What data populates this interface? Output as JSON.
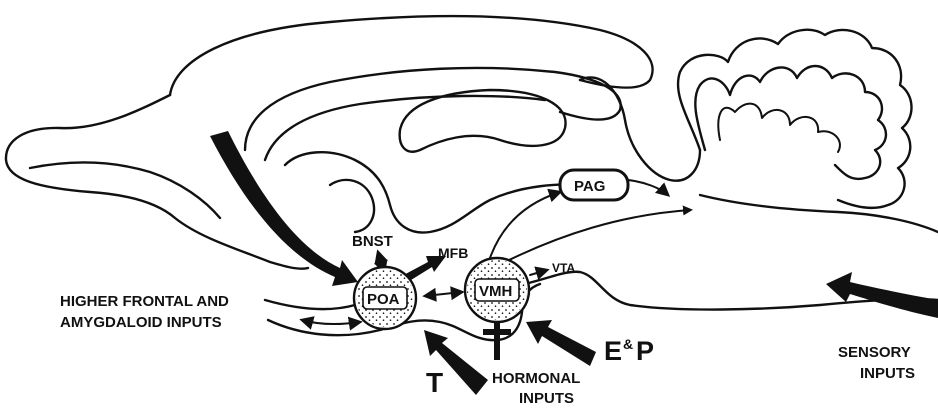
{
  "labels": {
    "bnst": "BNST",
    "mfb": "MFB",
    "vta": "VTA",
    "pag": "PAG",
    "poa": "POA",
    "vmh": "VMH",
    "higher_line1": "HIGHER FRONTAL AND",
    "higher_line2": "AMYGDALOID INPUTS",
    "t": "T",
    "e": "E",
    "amp": "&",
    "p": "P",
    "hormonal_line1": "HORMONAL",
    "hormonal_line2": "INPUTS",
    "sensory_line1": "SENSORY",
    "sensory_line2": "INPUTS"
  }
}
